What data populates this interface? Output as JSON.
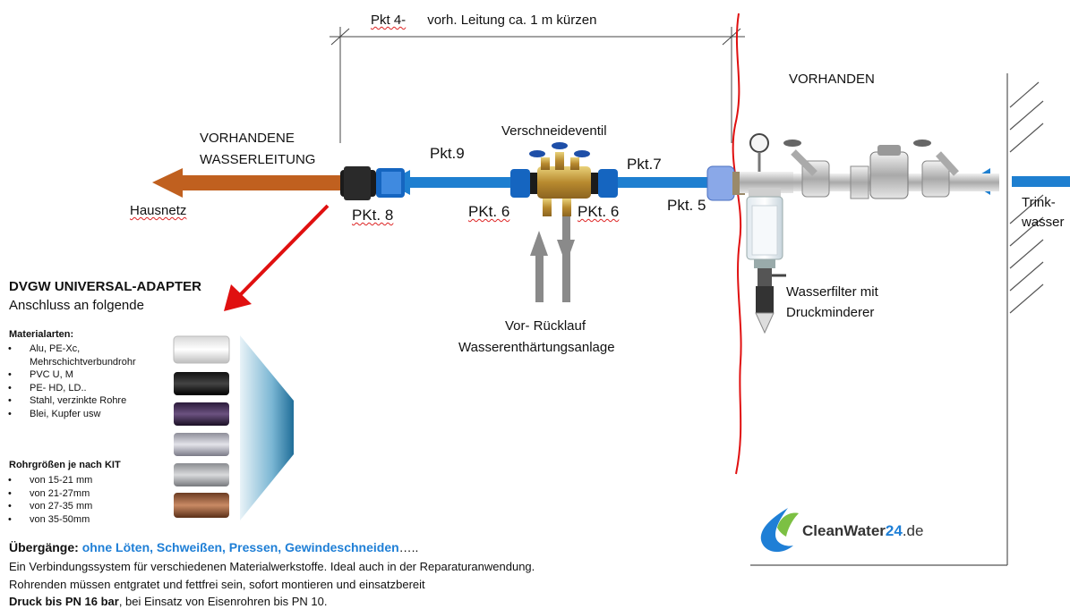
{
  "dimension": {
    "pkt": "Pkt 4-",
    "text": "vorh. Leitung ca. 1 m kürzen"
  },
  "labels": {
    "vorhanden": "VORHANDEN",
    "existing_line1": "VORHANDENE",
    "existing_line2": "WASSERLEITUNG",
    "hausnetz": "Hausnetz",
    "pkt9": "Pkt.9",
    "valve": "Verschneideventil",
    "pkt7": "Pkt.7",
    "pkt8": "PKt. 8",
    "pkt6_left": "PKt. 6",
    "pkt6_right": "PKt. 6",
    "pkt5": "Pkt. 5",
    "trink": "Trink-",
    "wasser": "wasser",
    "filter_line1": "Wasserfilter mit",
    "filter_line2": "Druckminderer",
    "flow_line1": "Vor- Rücklauf",
    "flow_line2": "Wasserenthärtungsanlage"
  },
  "adapter": {
    "title": "DVGW UNIVERSAL-ADAPTER",
    "subtitle": "Anschluss an folgende",
    "materials_heading": "Materialarten:",
    "materials": [
      "Alu, PE-Xc,",
      "PVC U, M",
      "PE- HD, LD..",
      "Stahl, verzinkte Rohre",
      "Blei, Kupfer usw"
    ],
    "materials_cont": "Mehrschichtverbundrohr",
    "sizes_heading": "Rohrgrößen je nach KIT",
    "sizes": [
      "von 15-21 mm",
      "von 21-27mm",
      "von 27-35 mm",
      "von 35-50mm"
    ]
  },
  "footer": {
    "transitions_label": "Übergänge:",
    "transitions_value": "ohne Löten, Schweißen, Pressen, Gewindeschneiden",
    "transitions_suffix": "…..",
    "line1": "Ein Verbindungssystem für verschiedenen Materialwerkstoffe. Ideal auch in der Reparaturanwendung.",
    "line2": "Rohrenden müssen entgratet und fettfrei sein, sofort montieren und einsatzbereit",
    "pressure_bold": "Druck bis PN 16 bar",
    "pressure_rest": ", bei Einsatz von Eisenrohren bis PN 10."
  },
  "logo": {
    "clean": "Clean",
    "water": "Water",
    "num": "24",
    "tld": ".de"
  },
  "colors": {
    "pipe_blue": "#1e7fd0",
    "hausnetz_orange": "#c0601f",
    "cut_red": "#e01010",
    "accent_blue": "#1f7fd6"
  }
}
